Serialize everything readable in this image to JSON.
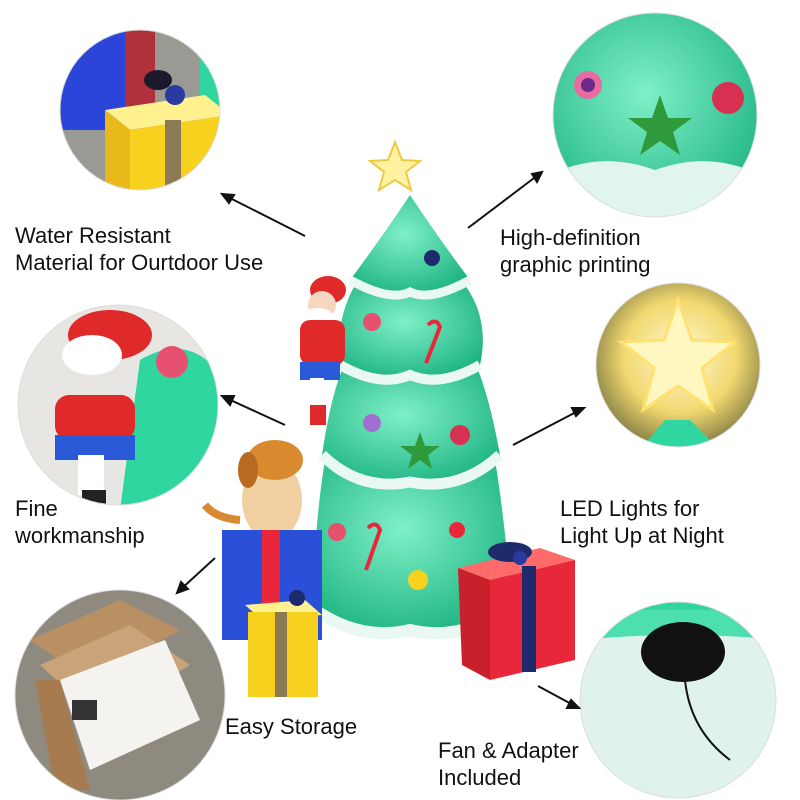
{
  "features": [
    {
      "id": "water",
      "lines": [
        "Water Resistant",
        "Material for Ourtdoor Use"
      ]
    },
    {
      "id": "graphic",
      "lines": [
        "High-definition",
        "graphic printing"
      ]
    },
    {
      "id": "workmanship",
      "lines": [
        "Fine",
        "workmanship"
      ]
    },
    {
      "id": "led",
      "lines": [
        "LED Lights for",
        "Light Up at Night"
      ]
    },
    {
      "id": "storage",
      "lines": [
        "Easy Storage"
      ]
    },
    {
      "id": "fan",
      "lines": [
        "Fan & Adapter",
        "Included"
      ]
    }
  ],
  "colors": {
    "tree": "#2fd6a0",
    "tree_dark": "#1fae7f",
    "snow": "#e9f7f1",
    "star": "#fff2a0",
    "gift_red": "#e8283a",
    "gift_blue": "#2a4fd8",
    "gift_yellow": "#f6d21e",
    "ribbon": "#1d2a6b",
    "santa_red": "#e02a2a",
    "dog": "#d98a2f",
    "arrow": "#111111"
  },
  "icons": [
    "star-icon",
    "arrow-icon"
  ]
}
